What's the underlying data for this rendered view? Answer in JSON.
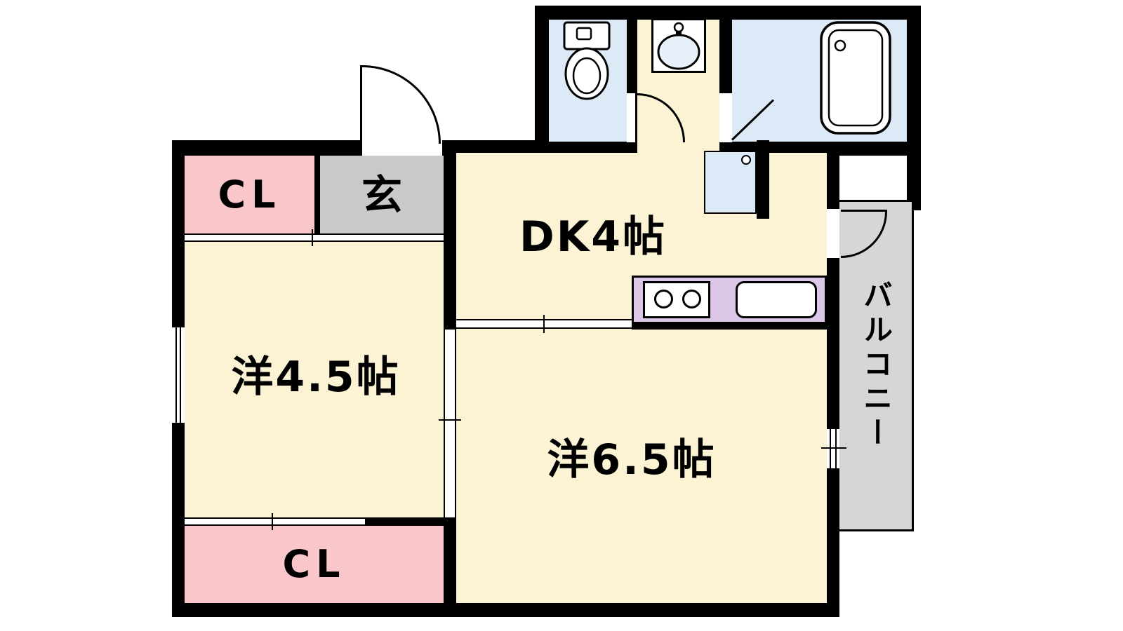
{
  "floorplan": {
    "rooms": {
      "closet_top": {
        "label": "CL"
      },
      "entrance": {
        "label": "玄"
      },
      "dining_kitchen": {
        "label": "DK4帖"
      },
      "western_room_45": {
        "label": "洋4.5帖"
      },
      "western_room_65": {
        "label": "洋6.5帖"
      },
      "closet_bottom": {
        "label": "CL"
      },
      "balcony": {
        "label": "バルコニー"
      }
    },
    "colors": {
      "wall": "#000000",
      "room_cream": "#fcf3d4",
      "closet_pink": "#f9c6ca",
      "entrance_gray": "#c9c9c9",
      "water_blue": "#dceaf7",
      "kitchen_lavender": "#dcc7e9",
      "balcony_gray": "#d6d6d6"
    },
    "icons": {
      "toilet_icon": "toilet with tank and bowl",
      "washbasin_icon": "washbasin with tap",
      "bathtub_icon": "bathtub with drain",
      "stove_icon": "two-burner stove",
      "sink_icon": "kitchen sink",
      "washer_pan_icon": "washing machine pan"
    }
  }
}
